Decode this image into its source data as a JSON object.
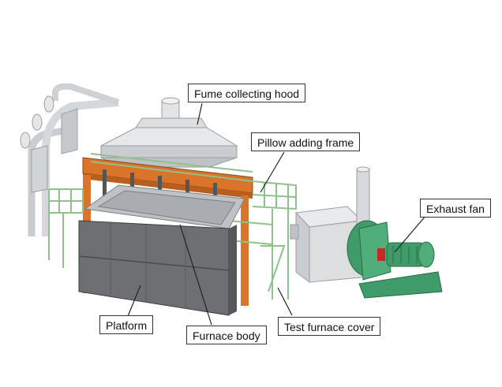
{
  "labels": {
    "fume_hood": "Fume collecting hood",
    "pillow_frame": "Pillow adding frame",
    "exhaust_fan": "Exhaust fan",
    "platform": "Platform",
    "furnace_body": "Furnace body",
    "test_cover": "Test furnace cover"
  },
  "colors": {
    "frame_orange": "#d9742a",
    "railing_green": "#8fc28a",
    "fan_green": "#3f9c6a",
    "furnace_gray": "#6d6f72",
    "hood_gray": "#d4d6d8",
    "motor_red": "#c62828"
  }
}
